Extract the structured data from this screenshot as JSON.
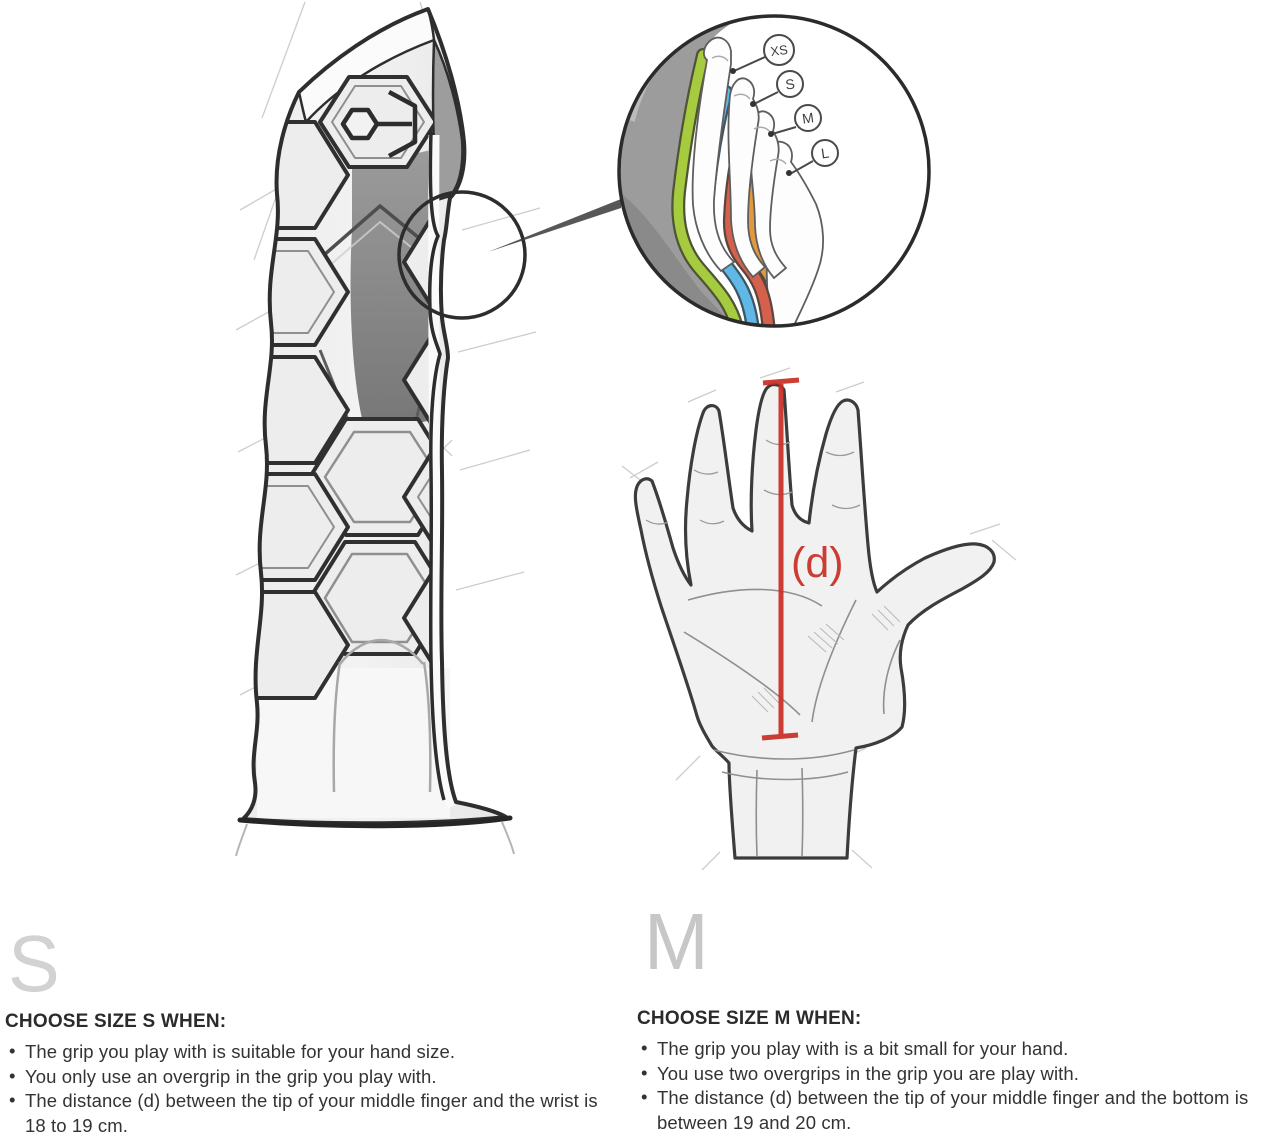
{
  "colors": {
    "xs_layer": "#a6cb3f",
    "s_layer": "#5fb8e5",
    "m_layer": "#d5604c",
    "l_layer": "#e09a3d",
    "measure_red": "#c92f25",
    "big_letter_gray": "#cdcdcd"
  },
  "magnifier": {
    "labels": [
      {
        "id": "XS"
      },
      {
        "id": "S"
      },
      {
        "id": "M"
      },
      {
        "id": "L"
      }
    ]
  },
  "hand": {
    "dimension_label": "(d)"
  },
  "size_columns": [
    {
      "letter": "S",
      "heading": "CHOOSE SIZE S WHEN:",
      "bullets": [
        "The grip you play with is suitable for your hand size.",
        "You only use an overgrip in the grip you play with.",
        "The distance (d) between the tip of your middle finger and the wrist is 18 to 19 cm."
      ]
    },
    {
      "letter": "M",
      "heading": "CHOOSE SIZE M WHEN:",
      "bullets": [
        "The grip you play with is a bit small for your hand.",
        "You use two overgrips in the grip you are play with.",
        "The distance (d) between the tip of your middle finger and the bottom is between 19 and 20 cm."
      ]
    }
  ]
}
